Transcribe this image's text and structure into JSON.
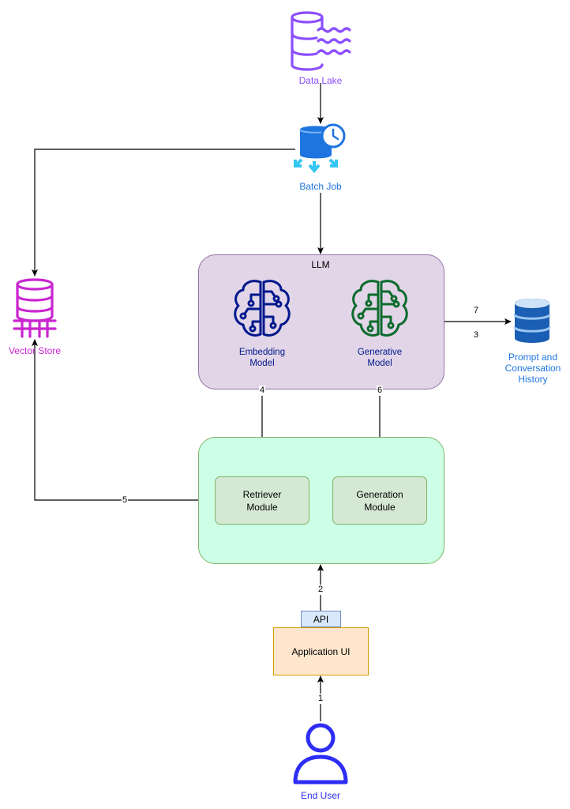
{
  "nodes": {
    "data_lake": "Data Lake",
    "batch_job": "Batch Job",
    "vector_store": "Vector Store",
    "llm": "LLM",
    "embedding_model": "Embedding\nModel",
    "generative_model": "Generative\nModel",
    "history": "Prompt and\nConversation\nHistory",
    "retriever": "Retriever\nModule",
    "generation": "Generation\nModule",
    "api": "API",
    "app_ui": "Application UI",
    "end_user": "End User"
  },
  "edges": {
    "e1": "1",
    "e2": "2",
    "e3": "3",
    "e4": "4",
    "e5": "5",
    "e6": "6",
    "e7": "7"
  },
  "colors": {
    "data_lake": "#8c4fff",
    "batch_job": "#1e75e0",
    "vector_store": "#c925d1",
    "llm_fill": "#e1d5e7",
    "orchestrator_fill": "#ccffe6",
    "module_fill": "#d5e8d4",
    "embedding_icon": "#00188d",
    "generative_icon": "#0c6b2c",
    "history": "#1e75e0",
    "end_user": "#2d2df5",
    "api_fill": "#dae8fc",
    "app_fill": "#ffe6cc"
  },
  "icons": {
    "data_lake": "database-waves-icon",
    "batch_job": "batch-clock-icon",
    "vector_store": "vector-database-icon",
    "embedding_model": "brain-circuit-icon",
    "generative_model": "brain-circuit-icon",
    "history": "database-cylinder-icon",
    "end_user": "user-icon"
  }
}
